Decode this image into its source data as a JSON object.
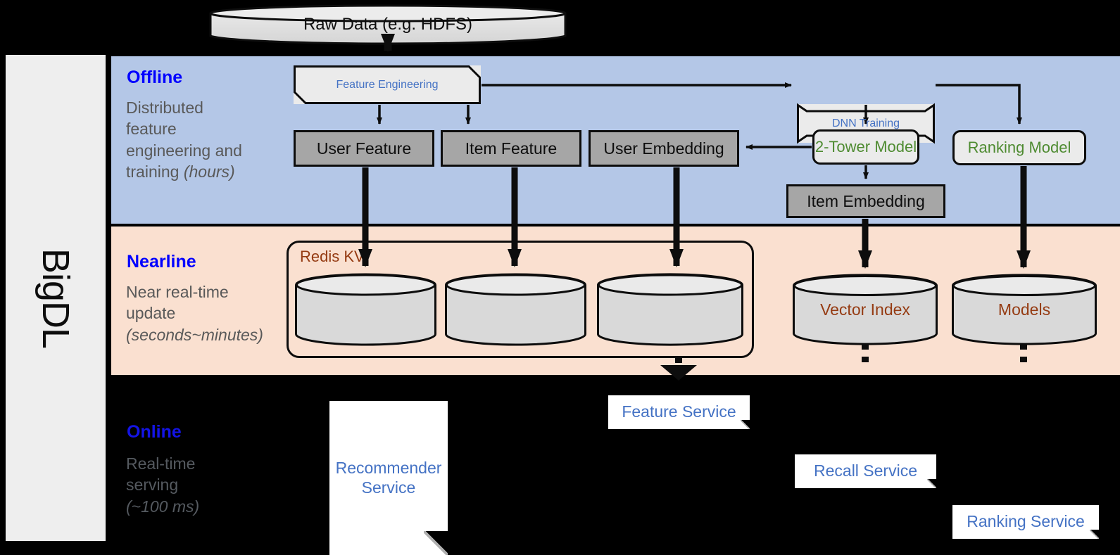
{
  "framework": {
    "name": "BigDL"
  },
  "source": {
    "label": "Raw Data (e.g. HDFS)"
  },
  "bands": {
    "offline": {
      "title": "Offline",
      "description_line1": "Distributed",
      "description_line2": "feature",
      "description_line3": "engineering and",
      "description_line4": "training ",
      "description_emph": "(hours)",
      "background": "#b4c7e7"
    },
    "nearline": {
      "title": "Nearline",
      "description_line1": "Near real-time",
      "description_line2": "update",
      "description_emph": "(seconds~minutes)",
      "background": "#fae0d0"
    },
    "online": {
      "title": "Online",
      "description_line1": "Real-time",
      "description_line2": "serving",
      "description_emph": "(~100 ms)",
      "background": "#000000"
    }
  },
  "offline_nodes": {
    "feature_engineering": {
      "label": "Feature Engineering",
      "color": "#4472c4"
    },
    "dnn_training": {
      "label": "DNN Training",
      "color": "#4472c4"
    },
    "user_feature": {
      "label": "User Feature"
    },
    "item_feature": {
      "label": "Item Feature"
    },
    "user_embedding": {
      "label": "User Embedding"
    },
    "item_embedding": {
      "label": "Item Embedding"
    },
    "two_tower_model": {
      "label": "2-Tower Model",
      "color": "#4e8b31"
    },
    "ranking_model": {
      "label": "Ranking Model",
      "color": "#4e8b31"
    }
  },
  "nearline_nodes": {
    "redis_group": {
      "label": "Redis KV",
      "color": "#953b12"
    },
    "store_user_feature": {
      "label": ""
    },
    "store_item_feature": {
      "label": ""
    },
    "store_user_embedding": {
      "label": ""
    },
    "vector_index": {
      "label": "Vector Index",
      "color": "#953b12"
    },
    "models": {
      "label": "Models",
      "color": "#953b12"
    }
  },
  "online_nodes": {
    "recommender_service": {
      "label": "Recommender Service",
      "color": "#4472c4"
    },
    "feature_service": {
      "label": "Feature Service",
      "color": "#4472c4"
    },
    "recall_service": {
      "label": "Recall Service",
      "color": "#4472c4"
    },
    "ranking_service": {
      "label": "Ranking Service",
      "color": "#4472c4"
    }
  },
  "palette": {
    "grey_box": "#a6a6a6",
    "process_box": "#ebebeb",
    "cylinder_body": "#d9d9d9",
    "cylinder_top": "#eaeaea",
    "stroke": "#0d0d0d",
    "band_label": "#0000ff",
    "band_desc": "#595959"
  }
}
